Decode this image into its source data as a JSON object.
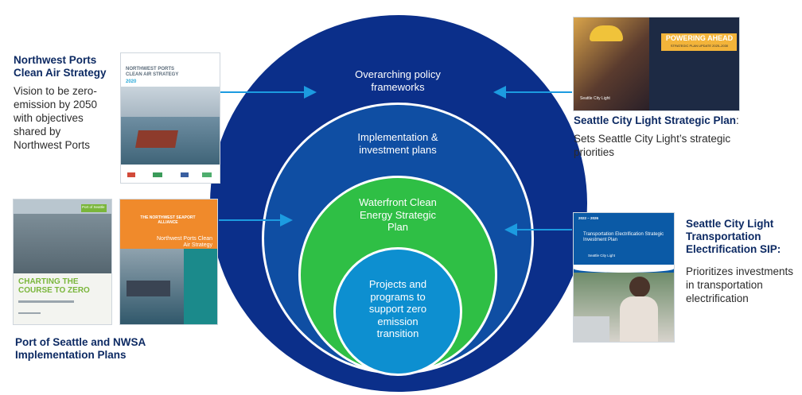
{
  "center": {
    "ring1": "Overarching policy frameworks",
    "ring2": "Implementation & investment plans",
    "ring3": "Waterfront Clean Energy Strategic Plan",
    "ring4": "Projects and programs to support zero emission transition"
  },
  "left_top": {
    "title": "Northwest Ports Clean Air Strategy",
    "description": "Vision to be zero-emission by 2050 with objectives shared by Northwest Ports",
    "cover_title": "NORTHWEST PORTS CLEAN AIR STRATEGY",
    "cover_year": "2020"
  },
  "left_bottom": {
    "title": "Port of Seattle and NWSA Implementation Plans",
    "cover1_title": "CHARTING THE COURSE TO ZERO",
    "cover1_brand": "Port of Seattle",
    "cover2_brand": "THE NORTHWEST SEAPORT ALLIANCE",
    "cover2_title": "Northwest Ports Clean Air Strategy"
  },
  "right_top": {
    "title": "Seattle City Light Strategic Plan",
    "title_suffix": ":",
    "description": "Sets Seattle City Light’s strategic priorities",
    "cover_headline": "POWERING AHEAD",
    "cover_sub": "STRATEGIC PLAN UPDATE 2025–2030",
    "cover_brand": "Seattle City Light"
  },
  "right_bottom": {
    "title": "Seattle City Light Transportation Electrification SIP:",
    "description": "Prioritizes investments in transportation electrification",
    "cover_years": "2022 – 2026",
    "cover_title": "Transportation Electrification Strategic Investment Plan",
    "cover_brand": "Seattle City Light"
  },
  "colors": {
    "ring1": "#0b2f8a",
    "ring2": "#0f4ea3",
    "ring3": "#2fbf45",
    "ring4": "#0d8fd0",
    "arrow": "#1c9be0",
    "title_text": "#0d2a63"
  }
}
